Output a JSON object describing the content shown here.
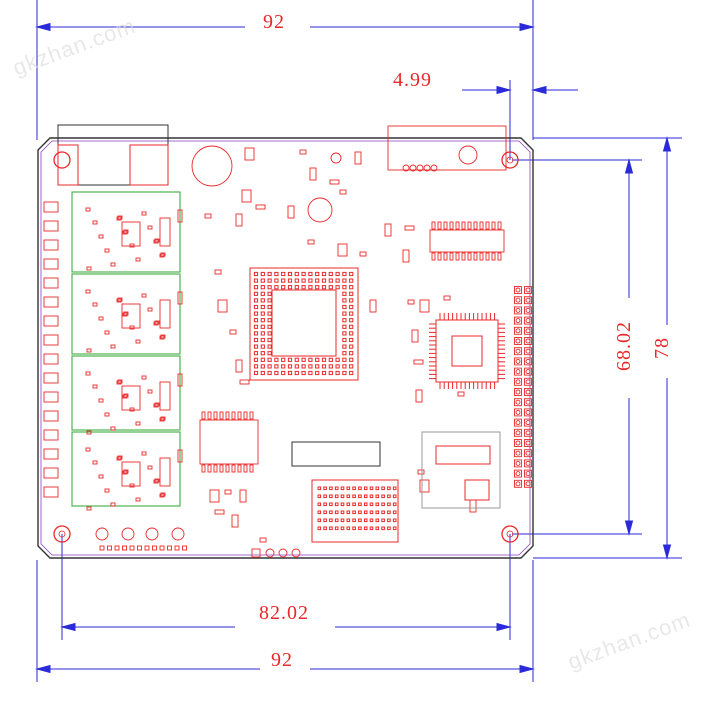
{
  "dimensions": {
    "top_width": "92",
    "hole_offset": "4.99",
    "hole_span_vertical": "68.02",
    "height": "78",
    "hole_span_horizontal": "82.02",
    "bottom_width": "92"
  },
  "watermark": {
    "text": "gkzhan.com"
  },
  "colors": {
    "dimension_line": "#2a2ad8",
    "dimension_text": "#e8282a",
    "board_outline": "#333333",
    "board_inner": "#8a3fbf",
    "silkscreen": "#e8282a",
    "module_outline": "#3fae3f"
  }
}
